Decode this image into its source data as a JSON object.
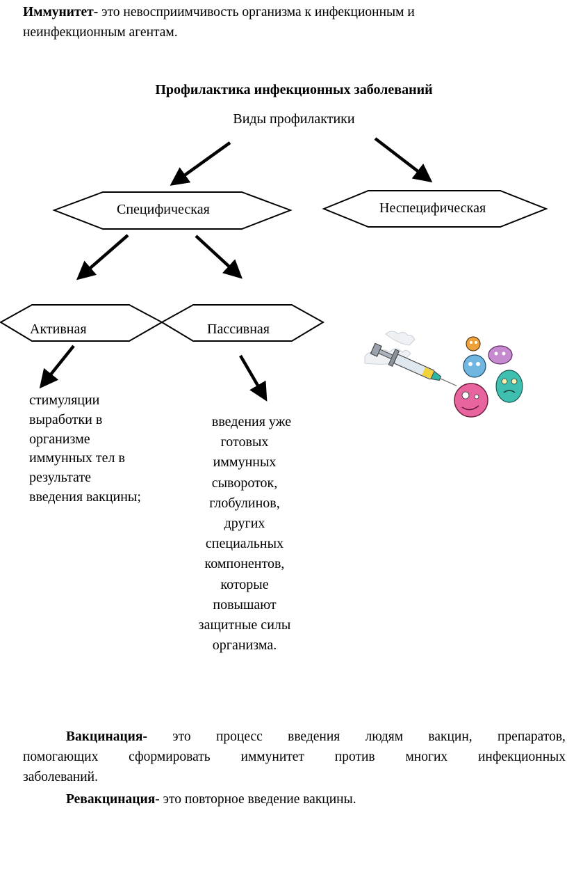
{
  "intro": {
    "term": "Иммунитет-",
    "line1_rest": " это невосприимчивость организма к инфекционным и",
    "line2": "неинфекционным агентам."
  },
  "diagram": {
    "title": "Профилактика инфекционных заболеваний",
    "root": "Виды профилактики",
    "nodes": {
      "specific": "Специфическая",
      "nonspecific": "Неспецифическая",
      "active": "Активная",
      "passive": "Пассивная"
    },
    "active_description": [
      "стимуляции",
      "выработки в",
      "организме",
      "иммунных тел в",
      "результате",
      "введения вакцины;"
    ],
    "passive_description": [
      "введения уже",
      "готовых",
      "иммунных",
      "сывороток,",
      "глобулинов,",
      "других",
      "специальных",
      "компонентов,",
      "которые",
      "повышают",
      "защитные силы",
      "организма."
    ],
    "illustration": "syringe-and-germs-illustration"
  },
  "definitions": {
    "vaccination_term": "Вакцинация-",
    "vaccination_line1_words": [
      "это",
      "процесс",
      "введения",
      "людям",
      "вакцин,",
      "препаратов,"
    ],
    "vaccination_line2_words": [
      "помогающих",
      "сформировать",
      "иммунитет",
      "против",
      "многих",
      "инфекционных"
    ],
    "vaccination_line3": "заболеваний.",
    "revaccination_term": "Ревакцинация-",
    "revaccination_rest": " это повторное введение вакцины."
  }
}
